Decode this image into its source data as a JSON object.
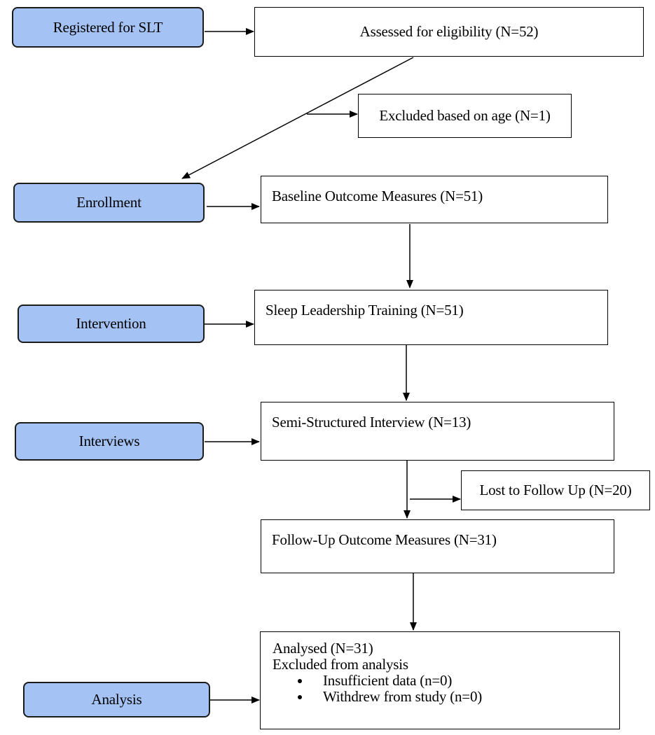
{
  "stages": {
    "registered": "Registered for SLT",
    "enrollment": "Enrollment",
    "intervention": "Intervention",
    "interviews": "Interviews",
    "analysis": "Analysis"
  },
  "boxes": {
    "assessed": "Assessed for eligibility (N=52)",
    "excluded_age": "Excluded based on age (N=1)",
    "baseline": "Baseline Outcome Measures (N=51)",
    "sleep_training": "Sleep Leadership Training (N=51)",
    "semi_structured": "Semi-Structured Interview (N=13)",
    "lost_follow_up": "Lost to Follow Up (N=20)",
    "follow_up": "Follow-Up Outcome Measures (N=31)",
    "analysed": {
      "title": "Analysed (N=31)",
      "subtitle": "Excluded from analysis",
      "bullets": [
        "Insufficient data (n=0)",
        "Withdrew from study (n=0)"
      ]
    }
  }
}
